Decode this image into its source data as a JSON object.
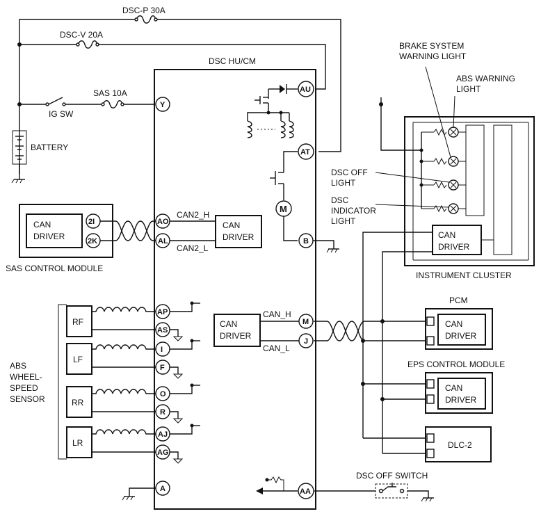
{
  "labels": {
    "fuse_p": "DSC-P 30A",
    "fuse_v": "DSC-V 20A",
    "fuse_sas": "SAS 10A",
    "ig_sw": "IG SW",
    "battery": "BATTERY",
    "hu": "DSC HU/CM",
    "can_driver": "CAN DRIVER",
    "can2_h": "CAN2_H",
    "can2_l": "CAN2_L",
    "can_h": "CAN_H",
    "can_l": "CAN_L",
    "can": "CAN",
    "driver": "DRIVER",
    "sas_module": "SAS CONTROL MODULE",
    "brake_warn_1": "BRAKE SYSTEM",
    "brake_warn_2": "WARNING LIGHT",
    "abs_warn_1": "ABS WARNING",
    "abs_warn_2": "LIGHT",
    "dsc_off_1": "DSC OFF",
    "dsc_off_2": "LIGHT",
    "dsc_ind_1": "DSC",
    "dsc_ind_2": "INDICATOR",
    "dsc_ind_3": "LIGHT",
    "instrument_cluster": "INSTRUMENT CLUSTER",
    "pcm": "PCM",
    "eps": "EPS CONTROL MODULE",
    "dlc": "DLC-2",
    "dsc_off_switch": "DSC OFF SWITCH",
    "abs_1": "ABS",
    "abs_2": "WHEEL-",
    "abs_3": "SPEED",
    "abs_4": "SENSOR",
    "motor": "M"
  },
  "pins": {
    "Y": "Y",
    "AU": "AU",
    "AT": "AT",
    "B": "B",
    "AO": "AO",
    "AL": "AL",
    "M": "M",
    "J": "J",
    "AP": "AP",
    "AS": "AS",
    "I": "I",
    "F": "F",
    "O": "O",
    "R": "R",
    "AJ": "AJ",
    "AG": "AG",
    "A": "A",
    "AA": "AA",
    "sas_2I": "2I",
    "sas_2K": "2K"
  },
  "sensors": [
    "RF",
    "LF",
    "RR",
    "LR"
  ]
}
